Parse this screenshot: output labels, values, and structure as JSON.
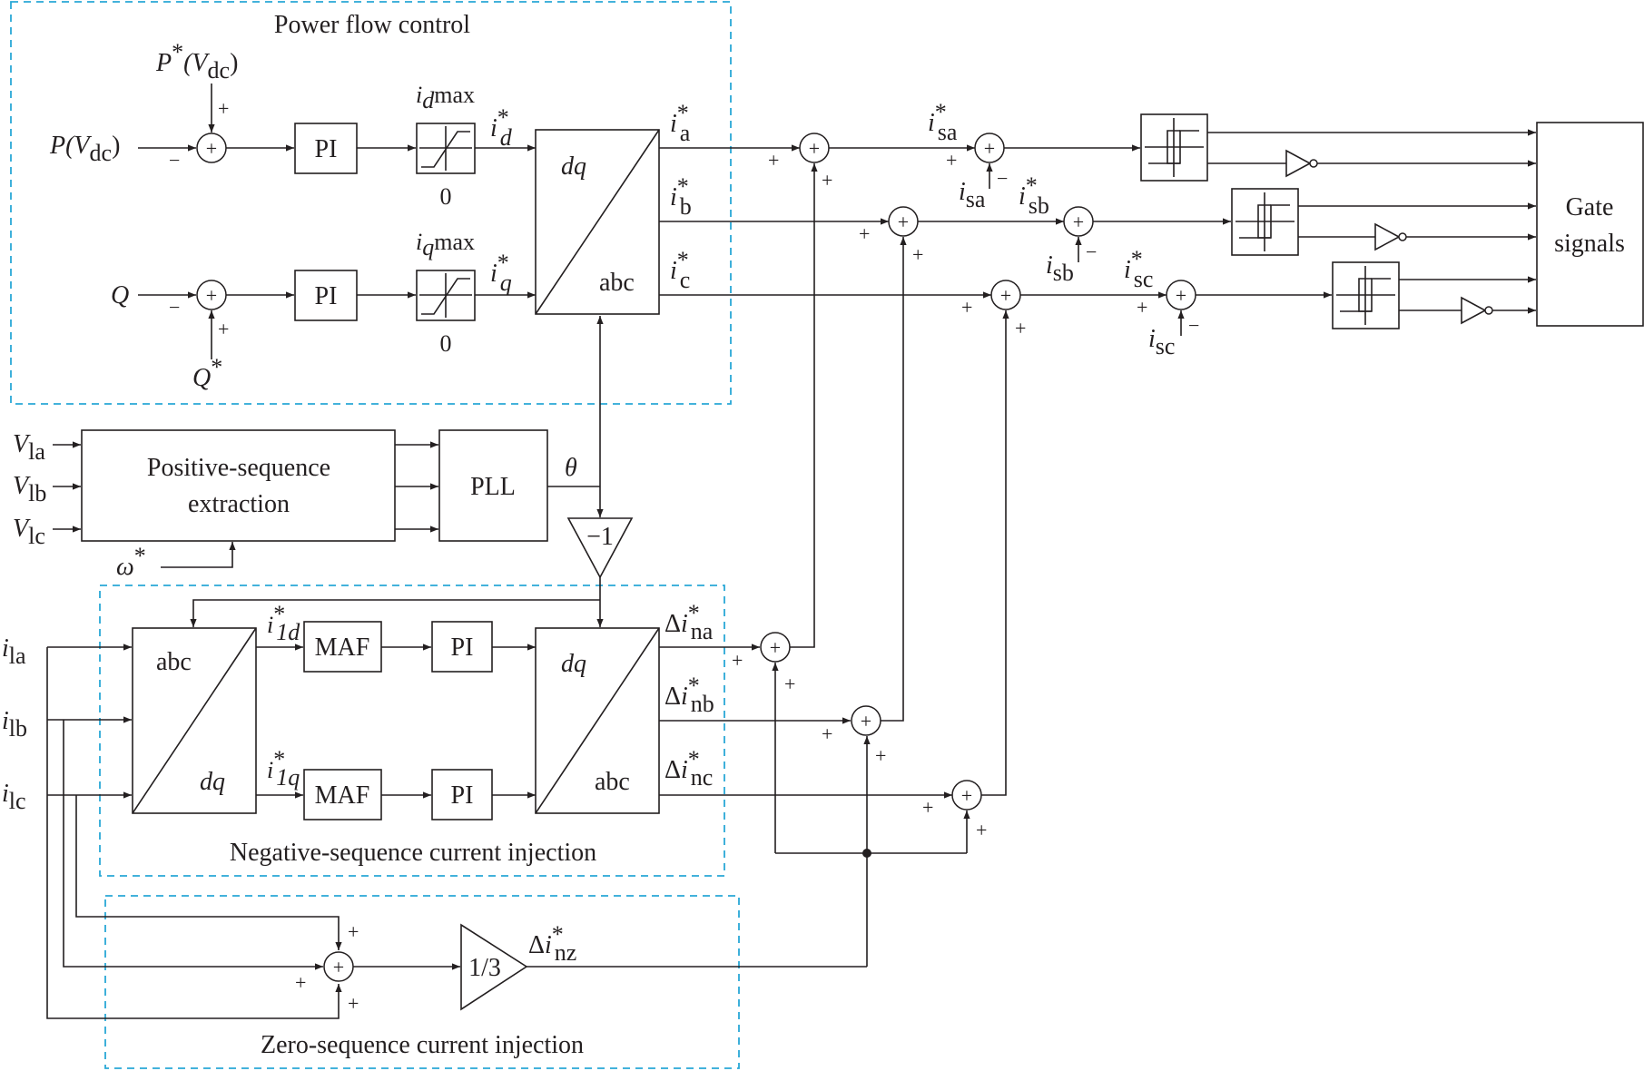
{
  "regions": {
    "power_flow": "Power flow control",
    "negative_seq": "Negative-sequence current injection",
    "zero_seq": "Zero-sequence current injection"
  },
  "blocks": {
    "pi": "PI",
    "maf": "MAF",
    "pll": "PLL",
    "pos_seq_line1": "Positive-sequence",
    "pos_seq_line2": "extraction",
    "gain_neg": "−1",
    "gain_third": "1/3",
    "gate_line1": "Gate",
    "gate_line2": "signals",
    "dq": "dq",
    "abc": "abc"
  },
  "inputs": {
    "p_vdc": "P(V",
    "p_vdc_sub": "dc",
    "p_vdc_close": ")",
    "p_ref": "P",
    "p_ref_open": "(V",
    "p_ref_sub": "dc",
    "p_ref_close": ")",
    "q": "Q",
    "q_ref": "Q",
    "omega_ref": "ω",
    "v_la": "V",
    "v_la_sub": "la",
    "v_lb": "V",
    "v_lb_sub": "lb",
    "v_lc": "V",
    "v_lc_sub": "lc",
    "i_la": "i",
    "i_la_sub": "la",
    "i_lb": "i",
    "i_lb_sub": "lb",
    "i_lc": "i",
    "i_lc_sub": "lc"
  },
  "signals": {
    "i_d_max": "i",
    "i_d_max_sub": "d",
    "i_d_max_tail": "max",
    "i_q_max": "i",
    "i_q_max_sub": "q",
    "i_q_max_tail": "max",
    "zero": "0",
    "i_d_ref": "i",
    "i_d_ref_sub": "d",
    "i_q_ref": "i",
    "i_q_ref_sub": "q",
    "i_a_ref": "i",
    "i_a_ref_sub": "a",
    "i_b_ref": "i",
    "i_b_ref_sub": "b",
    "i_c_ref": "i",
    "i_c_ref_sub": "c",
    "i_sa_ref": "i",
    "i_sa_ref_sub": "sa",
    "i_sb_ref": "i",
    "i_sb_ref_sub": "sb",
    "i_sc_ref": "i",
    "i_sc_ref_sub": "sc",
    "i_sa": "i",
    "i_sa_sub": "sa",
    "i_sb": "i",
    "i_sb_sub": "sb",
    "i_sc": "i",
    "i_sc_sub": "sc",
    "theta": "θ",
    "i_1d": "i",
    "i_1d_sub": "1d",
    "i_1q": "i",
    "i_1q_sub": "1q",
    "delta": "Δ",
    "d_i_na_sub": "na",
    "d_i_nb_sub": "nb",
    "d_i_nc_sub": "nc",
    "d_i_nz_sub": "nz",
    "star": "*",
    "i": "i",
    "plus": "+",
    "minus": "−"
  }
}
